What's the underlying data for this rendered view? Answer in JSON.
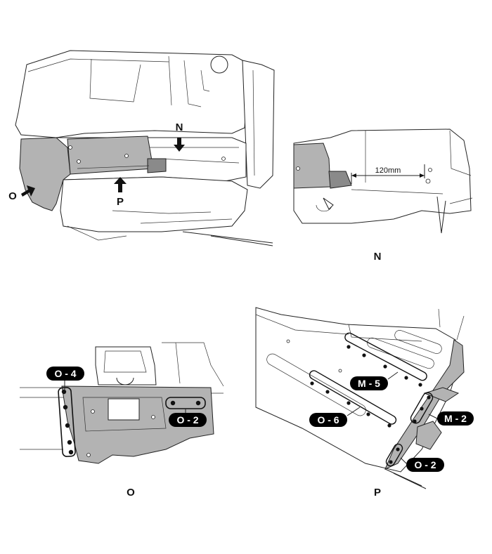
{
  "panels": {
    "top_left": {
      "arrows": {
        "n": "N",
        "p": "P",
        "o": "O"
      }
    },
    "top_right": {
      "caption": "N",
      "dimension": "120mm"
    },
    "bottom_left": {
      "caption": "O",
      "tags": {
        "left": "O - 4",
        "right": "O - 2"
      }
    },
    "bottom_right": {
      "caption": "P",
      "tags": {
        "m5": "M - 5",
        "o6": "O - 6",
        "m2": "M - 2",
        "o2": "O - 2"
      }
    }
  },
  "colors": {
    "highlight_gray": "#b3b3b3",
    "line": "#222222",
    "tag_fill": "#000000"
  }
}
